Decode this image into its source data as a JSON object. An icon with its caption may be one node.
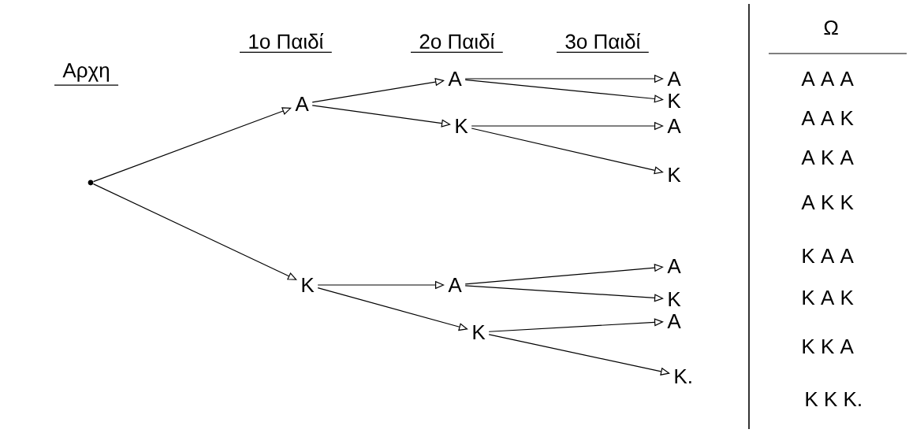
{
  "diagram": {
    "nodes": [
      {
        "text": [],
        "shape": "dot"
      },
      {
        "text": [
          "Α"
        ]
      },
      {
        "text": [
          "Κ"
        ]
      },
      {
        "text": [
          "Α"
        ]
      },
      {
        "text": [
          "Κ"
        ]
      },
      {
        "text": [
          "Α"
        ]
      },
      {
        "text": [
          "Κ"
        ]
      },
      {
        "text": [
          "Α"
        ]
      },
      {
        "text": [
          "Κ"
        ]
      },
      {
        "text": [
          "Α"
        ]
      },
      {
        "text": [
          "Κ"
        ]
      },
      {
        "text": [
          "Α"
        ]
      },
      {
        "text": [
          "Κ"
        ]
      },
      {
        "text": [
          "Α"
        ]
      },
      {
        "text": [
          "Κ."
        ]
      }
    ],
    "edges": [
      {
        "from": 0,
        "to": 1,
        "arrow": "to"
      },
      {
        "from": 0,
        "to": 2,
        "arrow": "to"
      },
      {
        "from": 1,
        "to": 3,
        "arrow": "to"
      },
      {
        "from": 1,
        "to": 4,
        "arrow": "to"
      },
      {
        "from": 2,
        "to": 5,
        "arrow": "to"
      },
      {
        "from": 2,
        "to": 6,
        "arrow": "to"
      },
      {
        "from": 3,
        "to": 7,
        "arrow": "to"
      },
      {
        "from": 3,
        "to": 8,
        "arrow": "to"
      },
      {
        "from": 4,
        "to": 9,
        "arrow": "to"
      },
      {
        "from": 4,
        "to": 10,
        "arrow": "to"
      },
      {
        "from": 5,
        "to": 11,
        "arrow": "to"
      },
      {
        "from": 5,
        "to": 12,
        "arrow": "to"
      },
      {
        "from": 6,
        "to": 13,
        "arrow": "to"
      },
      {
        "from": 6,
        "to": 14,
        "arrow": "to"
      }
    ],
    "labels": [
      "Αρχη",
      "1ο Παιδί",
      "2ο Παιδί",
      "3ο Παιδί",
      "Ω",
      "Α Α Α",
      "Α Α Κ",
      "Α Κ Α",
      "Α Κ Κ",
      "Κ Α Α",
      "Κ Α Κ",
      "Κ Κ Α",
      "Κ Κ Κ."
    ]
  }
}
